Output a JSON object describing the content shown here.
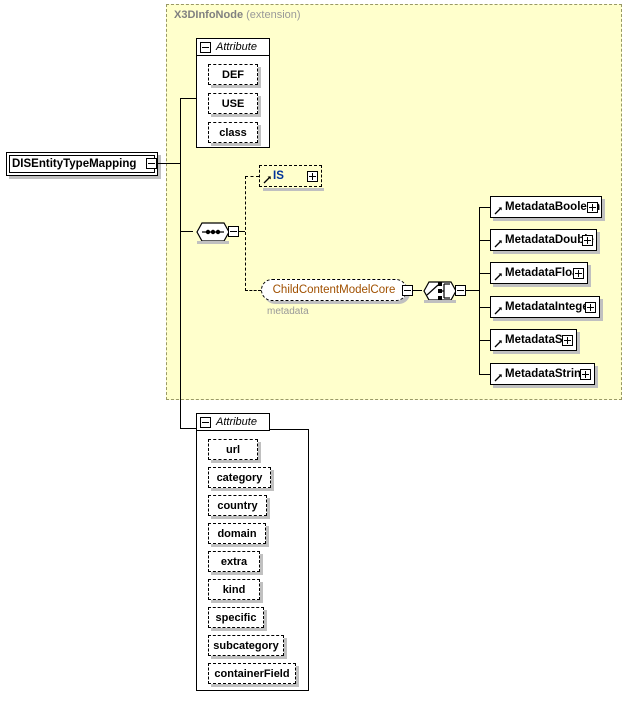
{
  "diagram": {
    "title": "DISEntityTypeMapping",
    "extension_panel": {
      "base_type": "X3DInfoNode",
      "qualifier": "(extension)"
    },
    "root_element": {
      "label": "DISEntityTypeMapping",
      "toggle": "minus-toggle-icon"
    },
    "inherited_attribute_group": {
      "header_label": "Attribute",
      "toggle": "minus-toggle-icon",
      "items": [
        {
          "label": "DEF"
        },
        {
          "label": "USE"
        },
        {
          "label": "class"
        }
      ]
    },
    "sequence_compositor": {
      "symbol": "sequence-icon",
      "toggle": "minus-toggle-icon"
    },
    "is_element": {
      "label": "IS",
      "toggle": "plus-toggle-icon"
    },
    "child_content_group": {
      "label": "ChildContentModelCore",
      "caption": "metadata",
      "toggle": "minus-toggle-icon"
    },
    "choice_compositor": {
      "symbol": "choice-icon",
      "toggle": "minus-toggle-icon"
    },
    "metadata_children": [
      {
        "label": "MetadataBoolean",
        "toggle": "plus-toggle-icon"
      },
      {
        "label": "MetadataDouble",
        "toggle": "plus-toggle-icon"
      },
      {
        "label": "MetadataFloat",
        "toggle": "plus-toggle-icon"
      },
      {
        "label": "MetadataInteger",
        "toggle": "plus-toggle-icon"
      },
      {
        "label": "MetadataSet",
        "toggle": "plus-toggle-icon"
      },
      {
        "label": "MetadataString",
        "toggle": "plus-toggle-icon"
      }
    ],
    "own_attribute_group": {
      "header_label": "Attribute",
      "toggle": "minus-toggle-icon",
      "items": [
        {
          "label": "url"
        },
        {
          "label": "category"
        },
        {
          "label": "country"
        },
        {
          "label": "domain"
        },
        {
          "label": "extra"
        },
        {
          "label": "kind"
        },
        {
          "label": "specific"
        },
        {
          "label": "subcategory"
        },
        {
          "label": "containerField"
        }
      ]
    },
    "colors": {
      "extension_fill": "#ffffcc",
      "extension_border": "#999966",
      "shadow": "#c0c0c0",
      "group_text": "#a05000",
      "is_text": "#003399",
      "caption_text": "#999999",
      "title_text": "#808080"
    }
  }
}
